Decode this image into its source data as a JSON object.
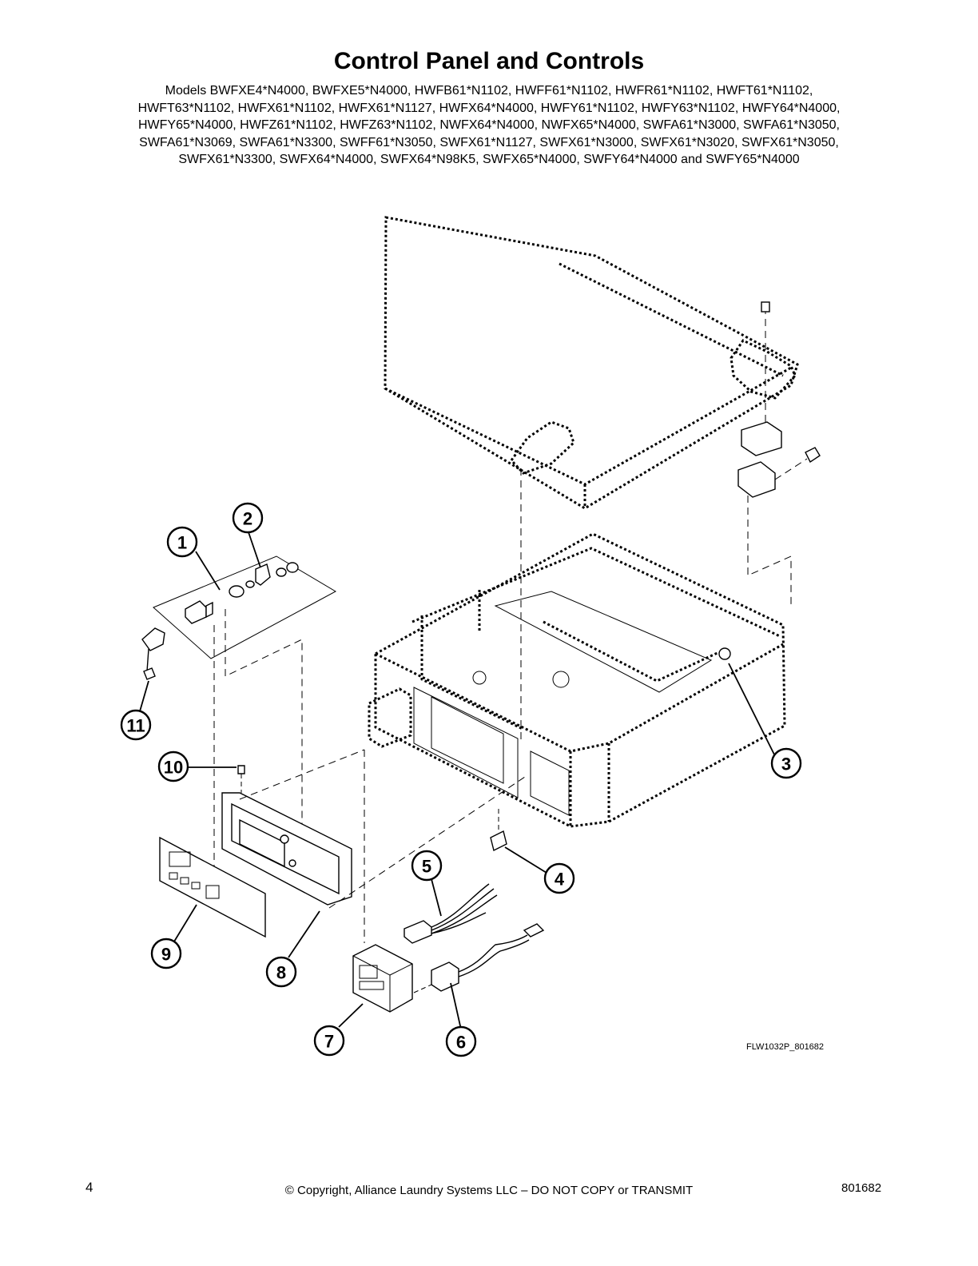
{
  "title": "Control Panel and Controls",
  "models_lines": [
    "Models BWFXE4*N4000, BWFXE5*N4000, HWFB61*N1102, HWFF61*N1102, HWFR61*N1102, HWFT61*N1102,",
    "HWFT63*N1102, HWFX61*N1102, HWFX61*N1127, HWFX64*N4000, HWFY61*N1102, HWFY63*N1102, HWFY64*N4000,",
    "HWFY65*N4000, HWFZ61*N1102, HWFZ63*N1102, NWFX64*N4000, NWFX65*N4000, SWFA61*N3000, SWFA61*N3050,",
    "SWFA61*N3069, SWFA61*N3300, SWFF61*N3050, SWFX61*N1127, SWFX61*N3000, SWFX61*N3020, SWFX61*N3050,",
    "SWFX61*N3300, SWFX64*N4000, SWFX64*N98K5, SWFX65*N4000, SWFY64*N4000 and SWFY65*N4000"
  ],
  "callouts": [
    "1",
    "2",
    "3",
    "4",
    "5",
    "6",
    "7",
    "8",
    "9",
    "10",
    "11"
  ],
  "figure_id": "FLW1032P_801682",
  "footer": {
    "page_number": "4",
    "copyright": "© Copyright, Alliance Laundry Systems LLC – DO NOT COPY or TRANSMIT",
    "doc_number": "801682"
  }
}
